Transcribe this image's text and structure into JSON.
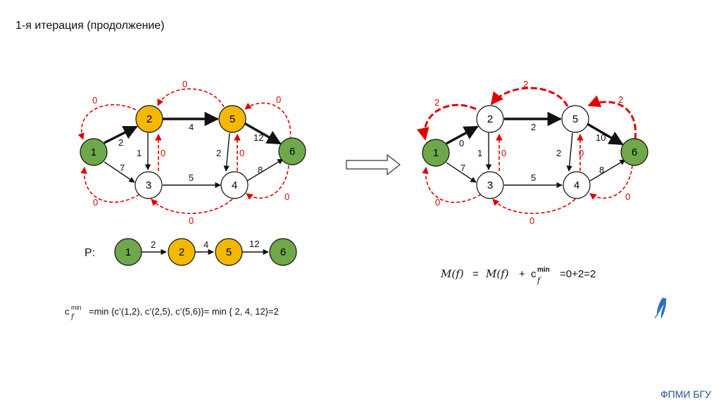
{
  "title": "1-я итерация (продолжение)",
  "footer": "ФПМИ БГУ",
  "left_graph": {
    "nodes": [
      {
        "id": "n1",
        "label": "1",
        "color": "#6ea84a"
      },
      {
        "id": "n2",
        "label": "2",
        "color": "#f5b800"
      },
      {
        "id": "n3",
        "label": "3",
        "color": "#ffffff"
      },
      {
        "id": "n4",
        "label": "4",
        "color": "#ffffff"
      },
      {
        "id": "n5",
        "label": "5",
        "color": "#f5b800"
      },
      {
        "id": "n6",
        "label": "6",
        "color": "#6ea84a"
      }
    ],
    "edge_labels": {
      "e12": "2",
      "e13": "7",
      "e23": "1",
      "e25": "4",
      "e34": "5",
      "e54": "2",
      "e56": "12",
      "e46": "8",
      "r32": "0",
      "r45": "0",
      "r21": "0",
      "r52": "0",
      "r65": "0",
      "r31": "0",
      "r43": "0",
      "r64": "0"
    }
  },
  "right_graph": {
    "nodes": [
      {
        "id": "n1",
        "label": "1",
        "color": "#6ea84a"
      },
      {
        "id": "n2",
        "label": "2",
        "color": "#ffffff"
      },
      {
        "id": "n3",
        "label": "3",
        "color": "#ffffff"
      },
      {
        "id": "n4",
        "label": "4",
        "color": "#ffffff"
      },
      {
        "id": "n5",
        "label": "5",
        "color": "#ffffff"
      },
      {
        "id": "n6",
        "label": "6",
        "color": "#6ea84a"
      }
    ],
    "edge_labels": {
      "e12": "0",
      "e13": "7",
      "e23": "1",
      "e25": "2",
      "e34": "5",
      "e54": "2",
      "e56": "10",
      "e46": "8",
      "r32": "0",
      "r45": "0",
      "r21": "2",
      "r52": "2",
      "r65": "2",
      "r31": "0",
      "r43": "0",
      "r64": "0"
    }
  },
  "path": {
    "prefix": "P:",
    "nodes": [
      {
        "label": "1",
        "color": "#6ea84a"
      },
      {
        "label": "2",
        "color": "#f5b800"
      },
      {
        "label": "5",
        "color": "#f5b800"
      },
      {
        "label": "6",
        "color": "#6ea84a"
      }
    ],
    "edge_labels": [
      "2",
      "4",
      "12"
    ]
  },
  "formula_cmin": {
    "symbol": "c",
    "sup": "min",
    "sub": "f",
    "text": "=min {c’(1,2), c’(2,5), c’(5,6)}= min { 2, 4, 12}=2"
  },
  "formula_flow": {
    "lhs": "M(f)",
    "eq": "=",
    "rhs": "M(f)",
    "plus": "+",
    "symbol": "c",
    "sup": "min",
    "sub": "f",
    "tail": "=0+2=2"
  },
  "colors": {
    "green": "#6ea84a",
    "yellow": "#f5b800",
    "red": "#e00000",
    "dark": "#111111",
    "footer_blue": "#1f4f9b"
  }
}
